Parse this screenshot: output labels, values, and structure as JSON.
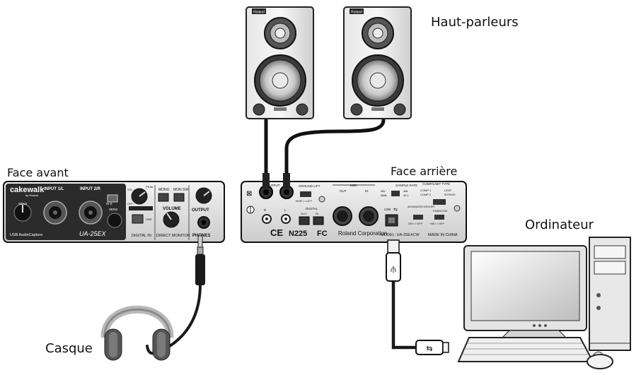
{
  "labels": {
    "speakers": "Haut-parleurs",
    "front": "Face avant",
    "rear": "Face arrière",
    "computer": "Ordinateur",
    "headphones": "Casque"
  },
  "speaker": {
    "badge": "Roland"
  },
  "front_panel": {
    "brand": "cakewalk",
    "brand_sub": "by Roland",
    "input1": "INPUT 1/L",
    "input2": "INPUT 2/R",
    "sens": "SENS",
    "product": "USB AudioCapture",
    "model": "UA-25EX",
    "hiz": "Hi-Z",
    "mono": "MONO",
    "mon_sw": "MON SW",
    "volume": "VOLUME",
    "direct_monitor": "DIRECT MONITOR",
    "output": "OUTPUT",
    "phones": "PHONES",
    "digital_in": "DIGITAL IN",
    "usb": "USB",
    "peak": "PEAK",
    "sig": "SIG",
    "off": "OFF"
  },
  "rear_panel": {
    "output": "OUTPUT",
    "ground_lift": "GROUND LIFT",
    "nor_lift": "NOR • • LIFT",
    "midi": "MIDI",
    "midi_out": "OUT",
    "midi_in": "IN",
    "sample_rate": "SAMPLE RATE",
    "sr_96": "96k",
    "sr_48": "48k",
    "sr_441": "44.1",
    "sr_588": "588k",
    "comp_limit": "COMP/LIMIT TYPE",
    "comp1": "COMP 1",
    "comp2": "COMP 2",
    "limit": "LIMIT",
    "bypass": "BYPASS",
    "usb": "USB",
    "advanced_driver": "ADVANCED DRIVER",
    "on_off": "ON • • OFF",
    "phantom": "PHANTOM",
    "phantom_sw": "+48 • • OFF",
    "r": "R",
    "l": "L",
    "digital": "DIGITAL",
    "dig_out": "OUT",
    "dig_in": "IN",
    "ce": "CE",
    "n225": "N225",
    "fc": "FC",
    "maker": "Roland Corporation",
    "model": "MODEL: UA-25EXCW",
    "made_in": "MADE IN CHINA"
  }
}
